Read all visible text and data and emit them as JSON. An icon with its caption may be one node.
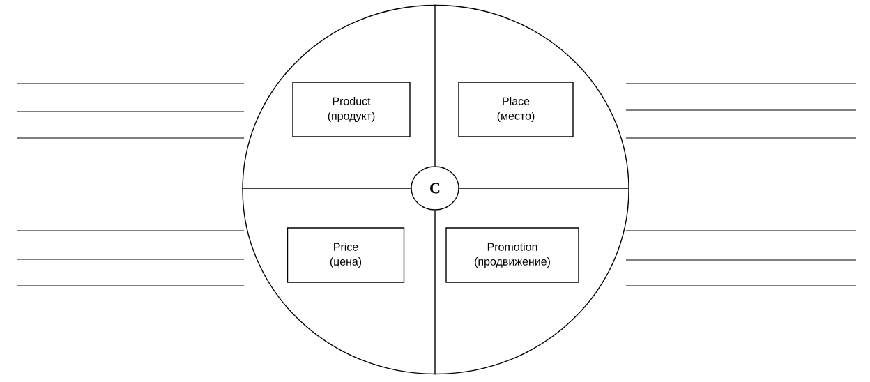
{
  "diagram": {
    "nodes": [
      {
        "text": [],
        "shape": "circle"
      },
      {
        "text": [
          "Product",
          "(продукт)"
        ],
        "in": 0
      },
      {
        "text": [
          "Place",
          "(место)"
        ],
        "in": 0
      },
      {
        "text": [
          "C"
        ],
        "in": 0
      },
      {
        "text": [
          "Price",
          "(цена)"
        ],
        "in": 0
      },
      {
        "text": [
          "Promotion",
          "(продвижение)"
        ],
        "in": 0
      }
    ]
  }
}
